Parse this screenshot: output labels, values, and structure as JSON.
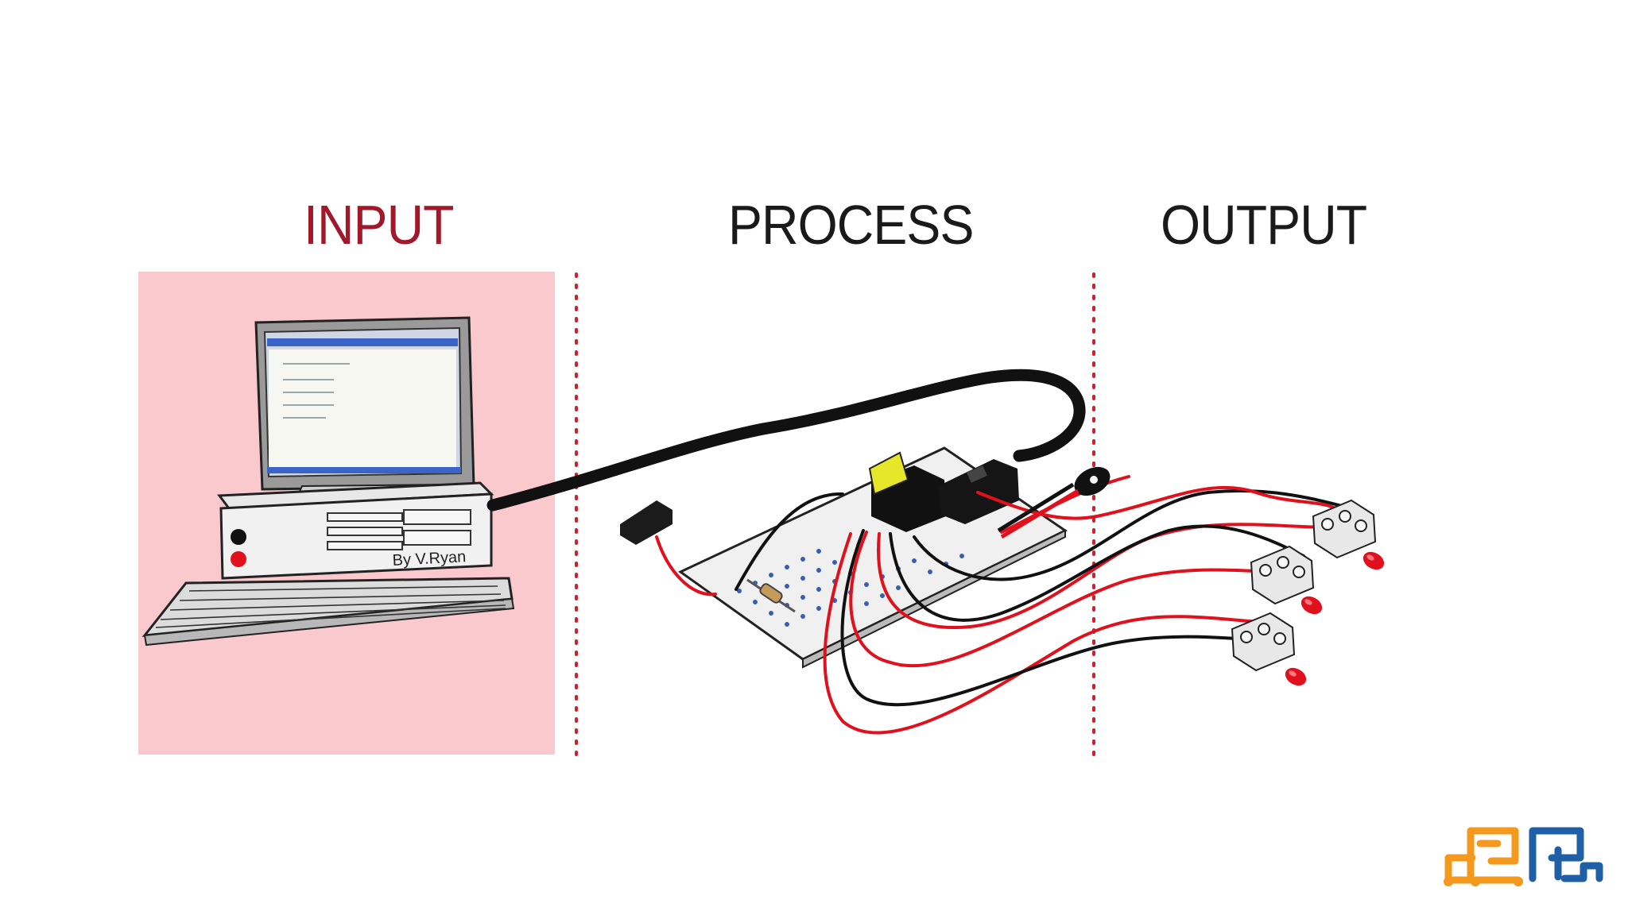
{
  "sections": {
    "input": "INPUT",
    "process": "PROCESS",
    "output": "OUTPUT"
  },
  "credit": "By V.Ryan",
  "colors": {
    "input_panel": "#f9c9cd",
    "input_title": "#a0182a",
    "divider": "#d0202e",
    "wire_red": "#e0101c",
    "wire_black": "#111111",
    "logo_orange": "#f39a1e",
    "logo_blue": "#1f5fa6"
  },
  "icons": [
    "computer-icon",
    "microcontroller-board-icon",
    "led-icon",
    "logo-icon"
  ]
}
